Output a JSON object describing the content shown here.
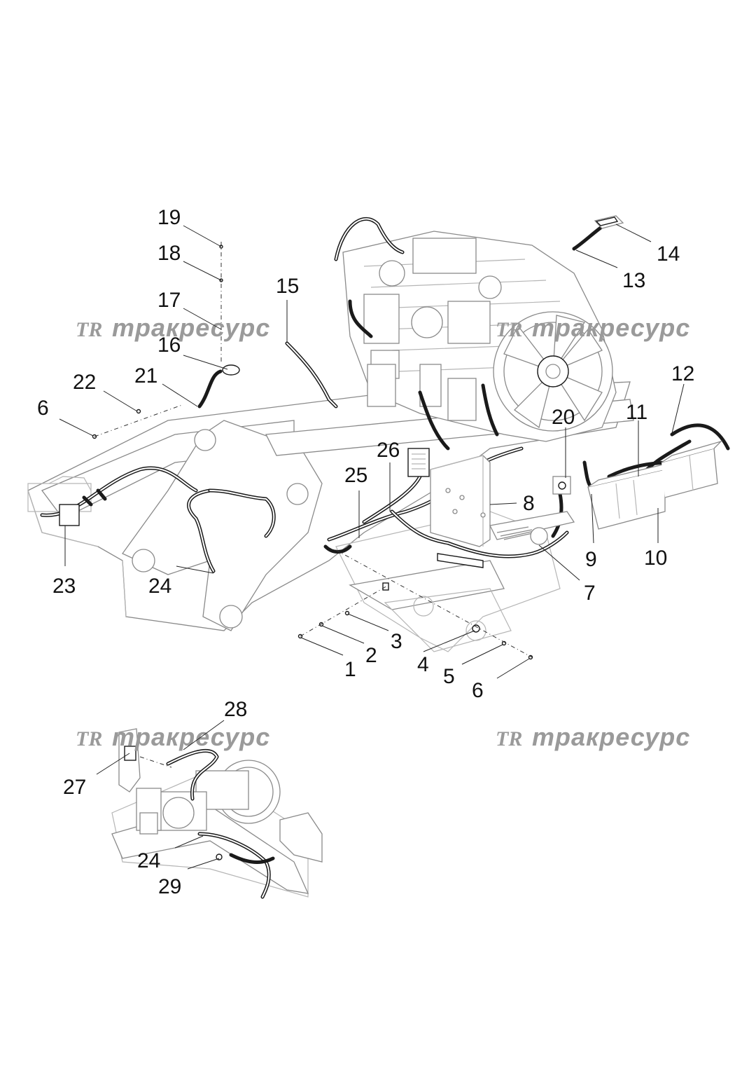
{
  "watermark": {
    "logo": "TR",
    "text": "тракресурс"
  },
  "callouts": [
    {
      "id": "c1",
      "label": "1"
    },
    {
      "id": "c2",
      "label": "2"
    },
    {
      "id": "c3",
      "label": "3"
    },
    {
      "id": "c4",
      "label": "4"
    },
    {
      "id": "c5",
      "label": "5"
    },
    {
      "id": "c6a",
      "label": "6"
    },
    {
      "id": "c6b",
      "label": "6"
    },
    {
      "id": "c7",
      "label": "7"
    },
    {
      "id": "c8",
      "label": "8"
    },
    {
      "id": "c9",
      "label": "9"
    },
    {
      "id": "c10",
      "label": "10"
    },
    {
      "id": "c11",
      "label": "11"
    },
    {
      "id": "c12",
      "label": "12"
    },
    {
      "id": "c13",
      "label": "13"
    },
    {
      "id": "c14",
      "label": "14"
    },
    {
      "id": "c15",
      "label": "15"
    },
    {
      "id": "c16",
      "label": "16"
    },
    {
      "id": "c17",
      "label": "17"
    },
    {
      "id": "c18",
      "label": "18"
    },
    {
      "id": "c19",
      "label": "19"
    },
    {
      "id": "c20",
      "label": "20"
    },
    {
      "id": "c21",
      "label": "21"
    },
    {
      "id": "c22",
      "label": "22"
    },
    {
      "id": "c23",
      "label": "23"
    },
    {
      "id": "c24a",
      "label": "24"
    },
    {
      "id": "c24b",
      "label": "24"
    },
    {
      "id": "c25",
      "label": "25"
    },
    {
      "id": "c26",
      "label": "26"
    },
    {
      "id": "c27",
      "label": "27"
    },
    {
      "id": "c28",
      "label": "28"
    },
    {
      "id": "c29",
      "label": "29"
    }
  ]
}
